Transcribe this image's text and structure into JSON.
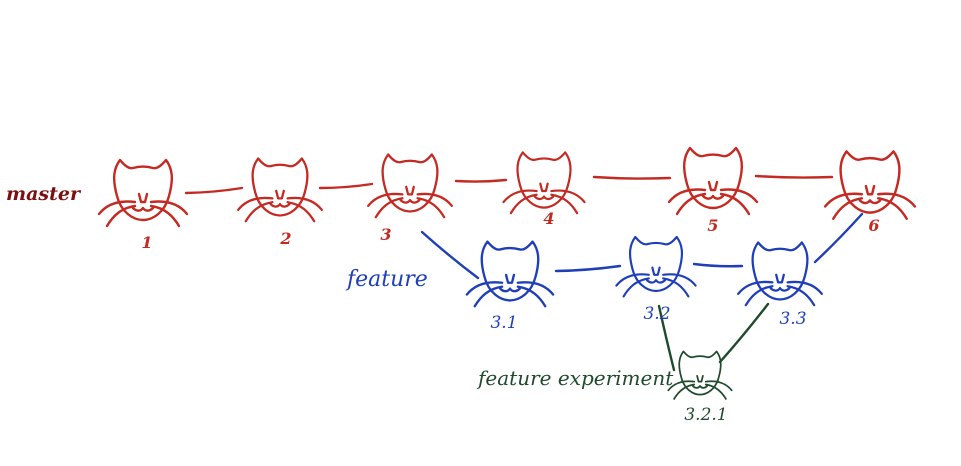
{
  "colors": {
    "master": "#c42a22",
    "master_label": "#7a1010",
    "feature": "#1f3fb8",
    "experiment": "#1f4a2c"
  },
  "branches": {
    "master": {
      "label": "master"
    },
    "feature": {
      "label": "feature"
    },
    "experiment": {
      "label": "feature experiment"
    }
  },
  "commits": [
    {
      "id": "1",
      "label": "1",
      "branch": "master",
      "icon": "cat-face-icon"
    },
    {
      "id": "2",
      "label": "2",
      "branch": "master",
      "icon": "cat-face-icon"
    },
    {
      "id": "3",
      "label": "3",
      "branch": "master",
      "icon": "cat-face-icon"
    },
    {
      "id": "4",
      "label": "4",
      "branch": "master",
      "icon": "cat-face-icon"
    },
    {
      "id": "5",
      "label": "5",
      "branch": "master",
      "icon": "cat-face-icon"
    },
    {
      "id": "6",
      "label": "6",
      "branch": "master",
      "icon": "cat-face-icon"
    },
    {
      "id": "3.1",
      "label": "3.1",
      "branch": "feature",
      "icon": "cat-face-icon"
    },
    {
      "id": "3.2",
      "label": "3.2",
      "branch": "feature",
      "icon": "cat-face-icon"
    },
    {
      "id": "3.3",
      "label": "3.3",
      "branch": "feature",
      "icon": "cat-face-icon"
    },
    {
      "id": "3.2.1",
      "label": "3.2.1",
      "branch": "experiment",
      "icon": "cat-face-icon"
    }
  ],
  "edges": [
    {
      "from": "1",
      "to": "2",
      "branch": "master"
    },
    {
      "from": "2",
      "to": "3",
      "branch": "master"
    },
    {
      "from": "3",
      "to": "4",
      "branch": "master"
    },
    {
      "from": "4",
      "to": "5",
      "branch": "master"
    },
    {
      "from": "5",
      "to": "6",
      "branch": "master"
    },
    {
      "from": "3",
      "to": "3.1",
      "branch": "feature"
    },
    {
      "from": "3.1",
      "to": "3.2",
      "branch": "feature"
    },
    {
      "from": "3.2",
      "to": "3.3",
      "branch": "feature"
    },
    {
      "from": "3.3",
      "to": "6",
      "branch": "feature"
    },
    {
      "from": "3.2",
      "to": "3.2.1",
      "branch": "experiment"
    },
    {
      "from": "3.2.1",
      "to": "3.3",
      "branch": "experiment"
    }
  ]
}
